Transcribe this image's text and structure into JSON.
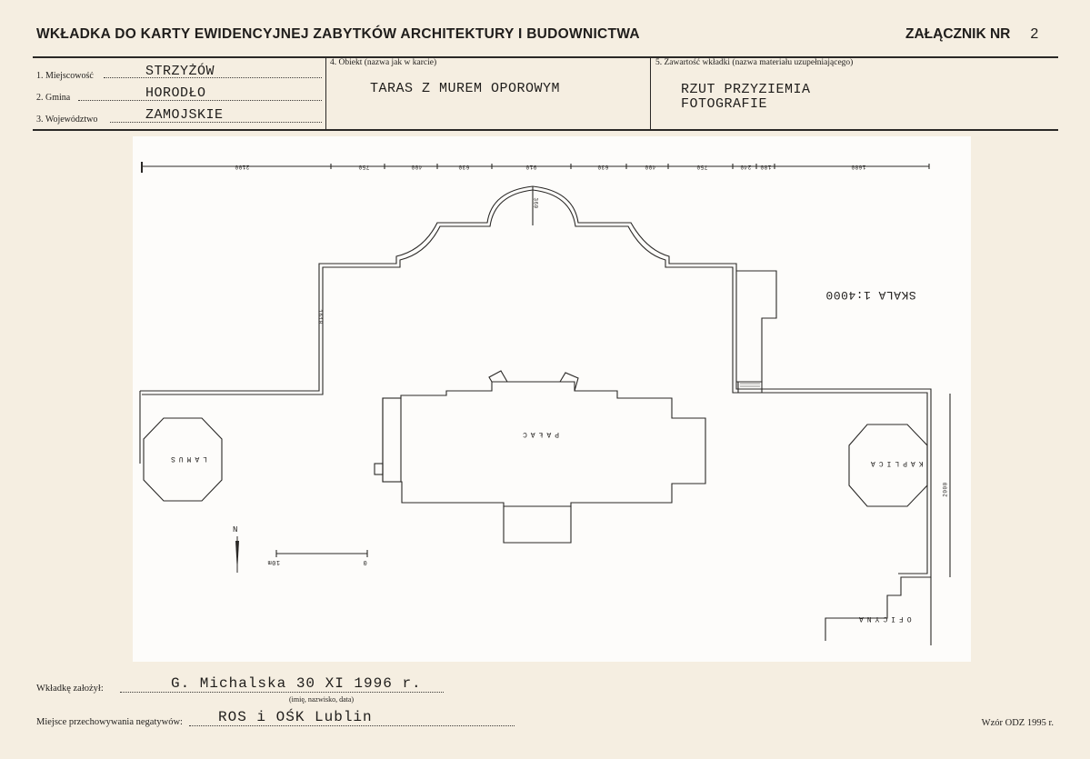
{
  "header": {
    "title": "WKŁADKA DO KARTY EWIDENCYJNEJ ZABYTKÓW ARCHITEKTURY I BUDOWNICTWA",
    "annex_label": "ZAŁĄCZNIK NR",
    "annex_number": "2"
  },
  "fields": {
    "miejscowosc_label": "1. Miejscowość",
    "miejscowosc_value": "STRZYŻÓW",
    "gmina_label": "2. Gmina",
    "gmina_value": "HORODŁO",
    "wojewodztwo_label": "3. Województwo",
    "wojewodztwo_value": "ZAMOJSKIE",
    "obiekt_label": "4. Obiekt  (nazwa jak w karcie)",
    "obiekt_value": "TARAS Z MUREM OPOROWYM",
    "zawartosc_label": "5. Zawartość wkładki  (nazwa materiału uzupełniającego)",
    "zawartosc_line1": "RZUT PRZYZIEMIA",
    "zawartosc_line2": "FOTOGRAFIE"
  },
  "drawing": {
    "scale_label": "SKALA 1:4000",
    "palace_label": "PAŁAC",
    "lamus_label": "LAMUS",
    "kaplica_label": "KAPLICA",
    "oficyna_label": "OFICYNA",
    "north_label": "N",
    "scale_bar_left": "10m",
    "scale_bar_right": "0",
    "dim_top": [
      "2100",
      "750",
      "400",
      "630",
      "910",
      "630",
      "400",
      "750",
      "240",
      "180",
      "1680"
    ],
    "dim_apse": "360",
    "dim_left": "1610",
    "dim_right": "2000"
  },
  "footer": {
    "zalozyl_label": "Wkładkę założył:",
    "zalozyl_value": "G. Michalska    30 XI 1996 r.",
    "zalozyl_caption": "(imię, nazwisko, data)",
    "negatywy_label": "Miejsce przechowywania negatywów:",
    "negatywy_value": "ROS i OŚK Lublin",
    "wzor": "Wzór ODZ 1995 r."
  }
}
